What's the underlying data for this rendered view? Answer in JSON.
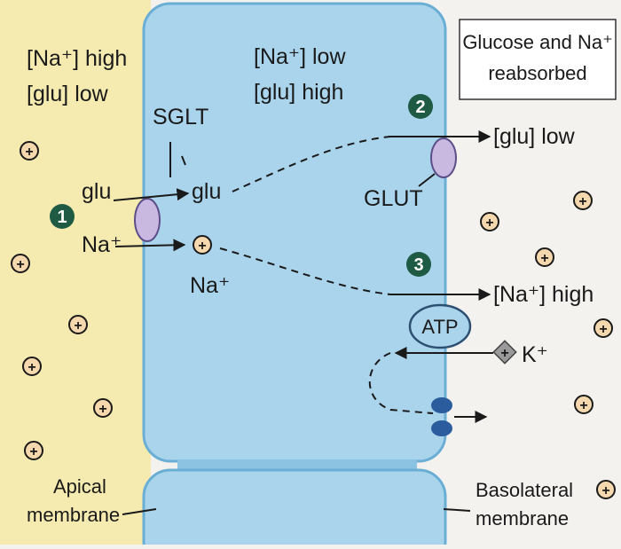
{
  "apical_side": {
    "na": "[Na⁺] high",
    "glu": "[glu] low"
  },
  "cell": {
    "na": "[Na⁺] low",
    "glu": "[glu] high"
  },
  "result_box": {
    "line1": "Glucose and Na⁺",
    "line2": "reabsorbed"
  },
  "transporters": {
    "sglt": "SGLT",
    "glut": "GLUT",
    "atp": "ATP"
  },
  "steps": [
    "1",
    "2",
    "3"
  ],
  "labels": {
    "glu_in": "glu",
    "na_in": "Na⁺",
    "glu_cell": "glu",
    "na_cell": "Na⁺",
    "glu_out": "[glu] low",
    "na_out": "[Na⁺] high",
    "k": "K⁺"
  },
  "membranes": {
    "apical_1": "Apical",
    "apical_2": "membrane",
    "baso_1": "Basolateral",
    "baso_2": "membrane"
  },
  "ion_symbol": "+",
  "colors": {
    "apical_fluid": "#f5ebb0",
    "cell_fill": "#a9d4ec",
    "cell_stroke": "#6aaed6",
    "interstitial": "#f4f2ee",
    "ion_fill": "#f5d8ad",
    "transporter": "#c9b8e0",
    "step_badge": "#1e5a44",
    "atp_fill": "#a9d4ec",
    "channel": "#2a5c9e"
  }
}
